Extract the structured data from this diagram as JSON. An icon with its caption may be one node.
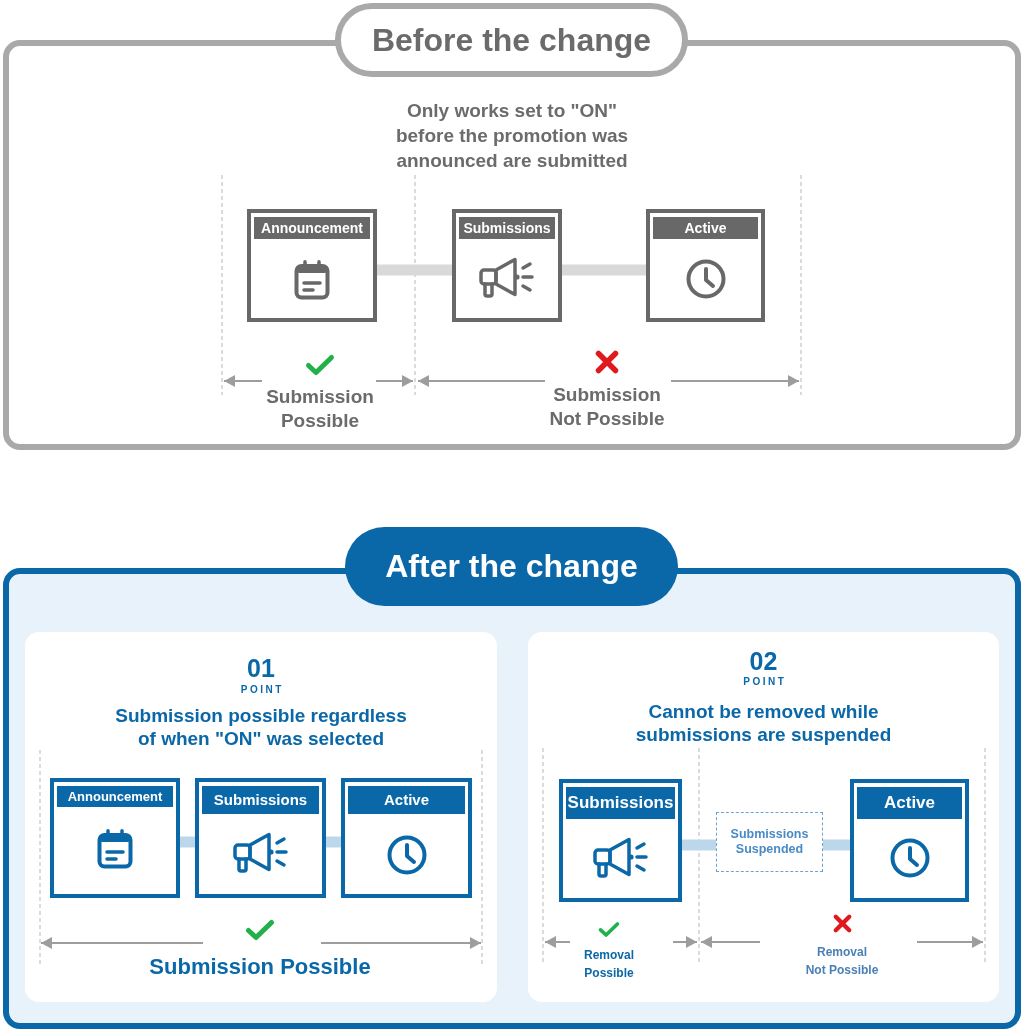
{
  "diagram": {
    "nodes": [
      {
        "text": [
          "Before the change",
          "Only works set to \"ON\" before the promotion was announced are submitted"
        ]
      },
      {
        "text": [
          "Announcement"
        ],
        "in": 0
      },
      {
        "text": [
          "Submissions"
        ],
        "in": 0
      },
      {
        "text": [
          "Active"
        ],
        "in": 0
      },
      {
        "text": [
          "After the change"
        ]
      },
      {
        "text": [
          "01",
          "POINT",
          "Submission possible regardless of when \"ON\" was selected"
        ],
        "in": 4
      },
      {
        "text": [
          "Announcement"
        ],
        "in": 5
      },
      {
        "text": [
          "Submissions"
        ],
        "in": 5
      },
      {
        "text": [
          "Active"
        ],
        "in": 5
      },
      {
        "text": [
          "02",
          "POINT",
          "Cannot be removed while submissions are suspended"
        ],
        "in": 4
      },
      {
        "text": [
          "Submissions"
        ],
        "in": 9
      },
      {
        "text": [
          "Submissions Suspended"
        ],
        "in": 9
      },
      {
        "text": [
          "Active"
        ],
        "in": 9
      }
    ],
    "edges": [
      {
        "from": 1,
        "to": 2,
        "arrow": "none",
        "color": "#d9d9d9"
      },
      {
        "from": 2,
        "to": 3,
        "arrow": "none",
        "color": "#d9d9d9"
      },
      {
        "from": 6,
        "to": 7,
        "arrow": "none"
      },
      {
        "from": 7,
        "to": 8,
        "arrow": "none"
      },
      {
        "from": 10,
        "to": 11,
        "arrow": "none"
      },
      {
        "from": 11,
        "to": 12,
        "arrow": "none"
      }
    ],
    "labels": [
      "Submission Possible",
      "Submission Not Possible",
      "Submission Possible",
      "Removal Possible",
      "Removal Not Possible"
    ]
  }
}
